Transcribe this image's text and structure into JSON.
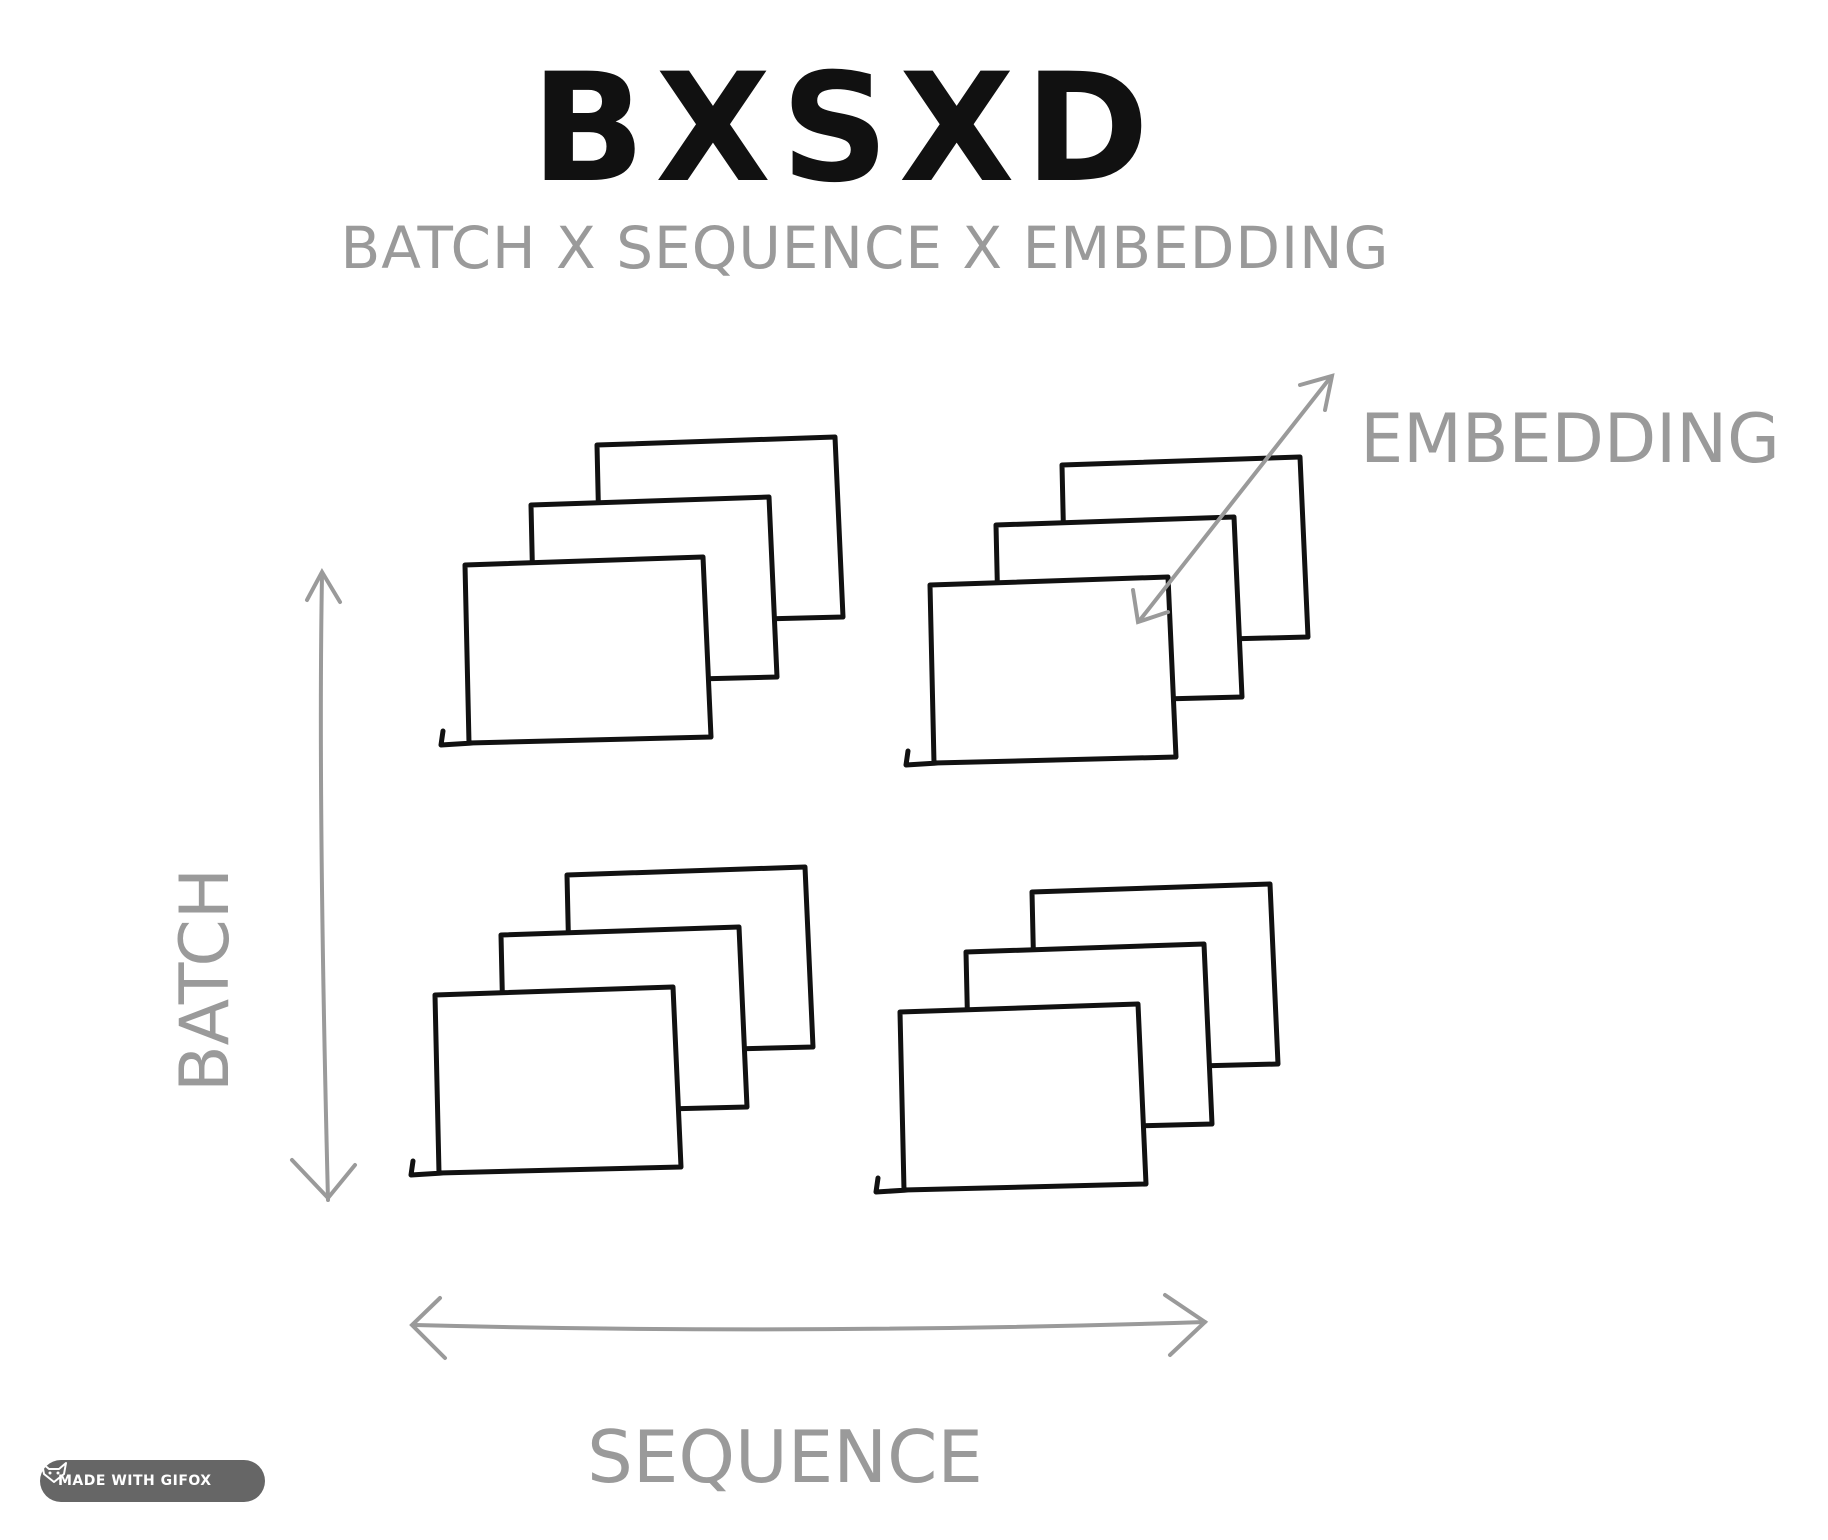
{
  "title": "BXSXD",
  "subtitle": "BATCH X SEQUENCE X EMBEDDING",
  "axes": {
    "batch": "BATCH",
    "sequence": "SEQUENCE",
    "embedding": "EMBEDDING"
  },
  "grid": {
    "rows": 2,
    "cols": 2,
    "sheets_per_stack": 3
  },
  "colors": {
    "ink": "#111111",
    "axis": "#9a9a9a",
    "badge": "#666666"
  },
  "badge": {
    "text": "MADE WITH GIFOX",
    "icon": "fox-icon"
  }
}
